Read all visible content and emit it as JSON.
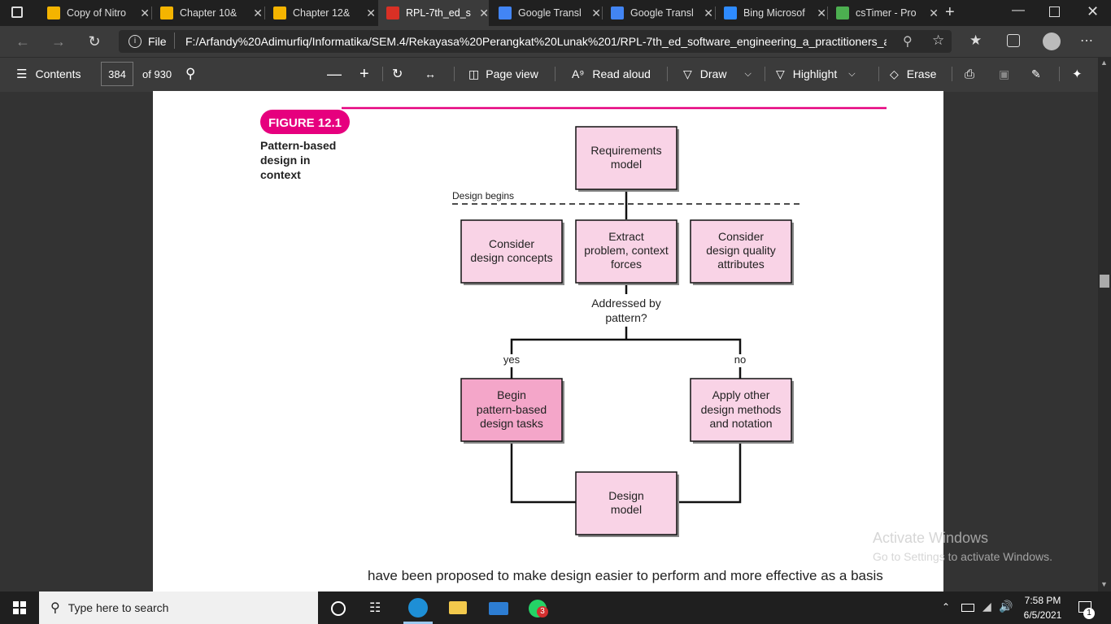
{
  "tabs": [
    {
      "title": "Copy of Nitro",
      "icon": "slides-icon",
      "color": "#f4b400"
    },
    {
      "title": "Chapter 10&",
      "icon": "slides-icon",
      "color": "#f4b400"
    },
    {
      "title": "Chapter 12&",
      "icon": "slides-icon",
      "color": "#f4b400"
    },
    {
      "title": "RPL-7th_ed_s",
      "icon": "pdf-icon",
      "color": "#d93025"
    },
    {
      "title": "Google Transl",
      "icon": "translate-icon",
      "color": "#4285f4"
    },
    {
      "title": "Google Transl",
      "icon": "translate-icon",
      "color": "#4285f4"
    },
    {
      "title": "Bing Microsof",
      "icon": "bing-icon",
      "color": "#2e8bff"
    },
    {
      "title": "csTimer - Pro",
      "icon": "cstimer-icon",
      "color": "#4caf50"
    }
  ],
  "address": {
    "file_label": "File",
    "url": "F:/Arfandy%20Adimurfiq/Informatika/SEM.4/Rekayasa%20Perangkat%20Lunak%201/RPL-7th_ed_software_engineering_a_practitioners_ap..."
  },
  "pdf_toolbar": {
    "contents": "Contents",
    "page_number": "384",
    "page_total": "of 930",
    "page_view": "Page view",
    "read_aloud": "Read aloud",
    "draw": "Draw",
    "highlight": "Highlight",
    "erase": "Erase"
  },
  "figure": {
    "badge": "FIGURE 12.1",
    "caption": [
      "Pattern-based",
      "design in",
      "context"
    ],
    "design_begins": "Design begins",
    "boxes": {
      "requirements": [
        "Requirements",
        "model"
      ],
      "concepts": [
        "Consider",
        "design concepts"
      ],
      "extract": [
        "Extract",
        "problem, context",
        "forces"
      ],
      "quality": [
        "Consider",
        "design quality",
        "attributes"
      ],
      "begin": [
        "Begin",
        "pattern-based",
        "design tasks"
      ],
      "apply": [
        "Apply other",
        "design methods",
        "and notation"
      ],
      "design_model": [
        "Design",
        "model"
      ]
    },
    "question": [
      "Addressed by",
      "pattern?"
    ],
    "yes": "yes",
    "no": "no",
    "colors": {
      "accent": "#e6007e",
      "box_fill": "#f9d3e6",
      "box_dark": "#f4a6c9"
    }
  },
  "body_text": "have been proposed to make design easier to perform and more effective as a basis",
  "watermark": {
    "title": "Activate Windows",
    "subtitle": "Go to Settings to activate Windows."
  },
  "taskbar": {
    "search_placeholder": "Type here to search",
    "time": "7:58 PM",
    "date": "6/5/2021",
    "whatsapp_badge": "3",
    "notification_badge": "1"
  }
}
